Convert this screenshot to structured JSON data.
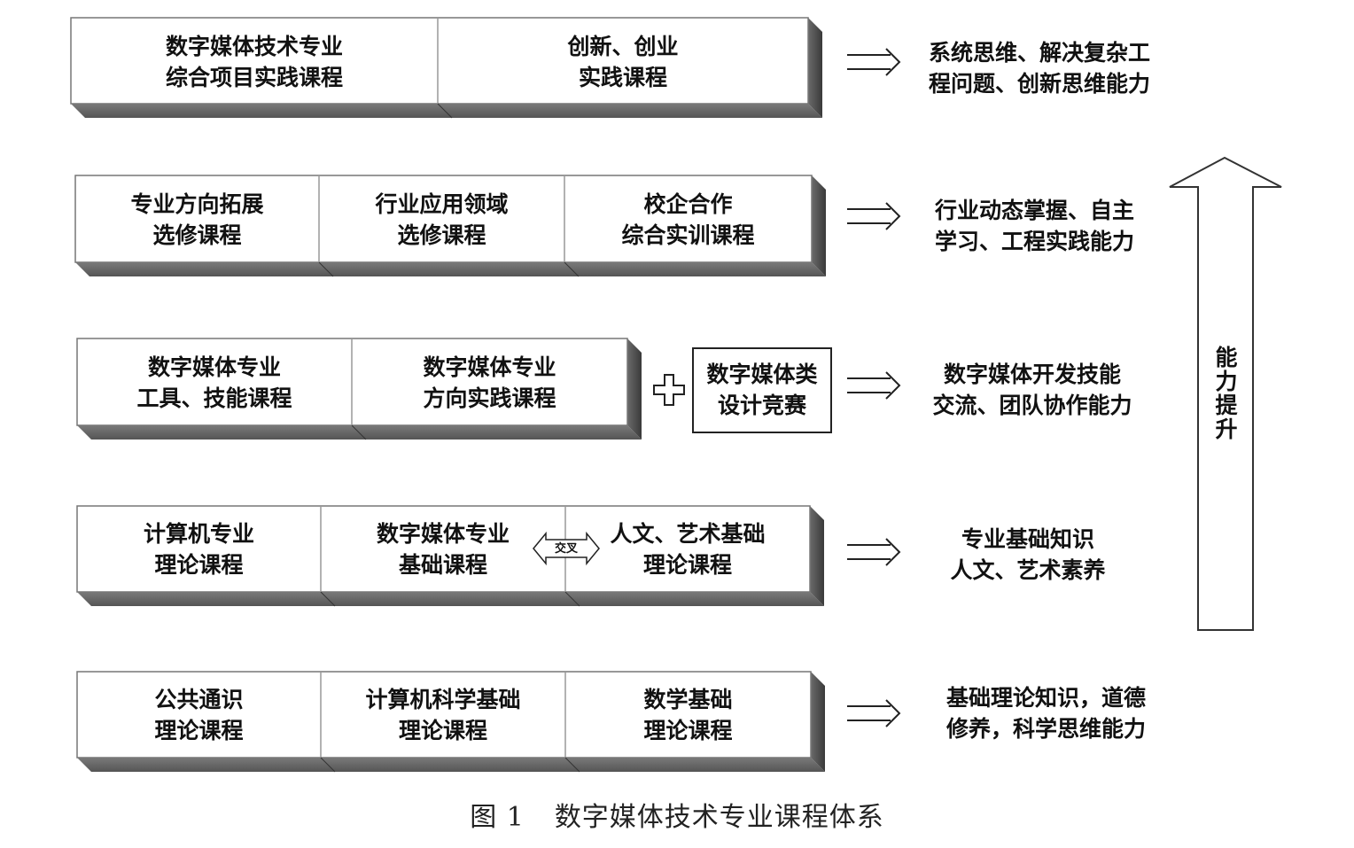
{
  "rows": [
    {
      "cells": [
        {
          "line1": "数字媒体技术专业",
          "line2": "综合项目实践课程"
        },
        {
          "line1": "创新、创业",
          "line2": "实践课程"
        }
      ],
      "outcome": {
        "line1": "系统思维、解决复杂工",
        "line2": "程问题、创新思维能力"
      }
    },
    {
      "cells": [
        {
          "line1": "专业方向拓展",
          "line2": "选修课程"
        },
        {
          "line1": "行业应用领域",
          "line2": "选修课程"
        },
        {
          "line1": "校企合作",
          "line2": "综合实训课程"
        }
      ],
      "outcome": {
        "line1": "行业动态掌握、自主",
        "line2": "学习、工程实践能力"
      }
    },
    {
      "cells": [
        {
          "line1": "数字媒体专业",
          "line2": "工具、技能课程"
        },
        {
          "line1": "数字媒体专业",
          "line2": "方向实践课程"
        }
      ],
      "extra_box": {
        "line1": "数字媒体类",
        "line2": "设计竞赛"
      },
      "outcome": {
        "line1": "数字媒体开发技能",
        "line2": "交流、团队协作能力"
      }
    },
    {
      "cells": [
        {
          "line1": "计算机专业",
          "line2": "理论课程"
        },
        {
          "line1": "数字媒体专业",
          "line2": "基础课程"
        },
        {
          "line1": "人文、艺术基础",
          "line2": "理论课程"
        }
      ],
      "cross_label": "交叉",
      "outcome": {
        "line1": "专业基础知识",
        "line2": "人文、艺术素养"
      }
    },
    {
      "cells": [
        {
          "line1": "公共通识",
          "line2": "理论课程"
        },
        {
          "line1": "计算机科学基础",
          "line2": "理论课程"
        },
        {
          "line1": "数学基础",
          "line2": "理论课程"
        }
      ],
      "outcome": {
        "line1": "基础理论知识，道德",
        "line2": "修养，科学思维能力"
      }
    }
  ],
  "ability_arrow": [
    "能",
    "力",
    "提",
    "升"
  ],
  "caption": {
    "number": "图 1",
    "title": "数字媒体技术专业课程体系"
  }
}
